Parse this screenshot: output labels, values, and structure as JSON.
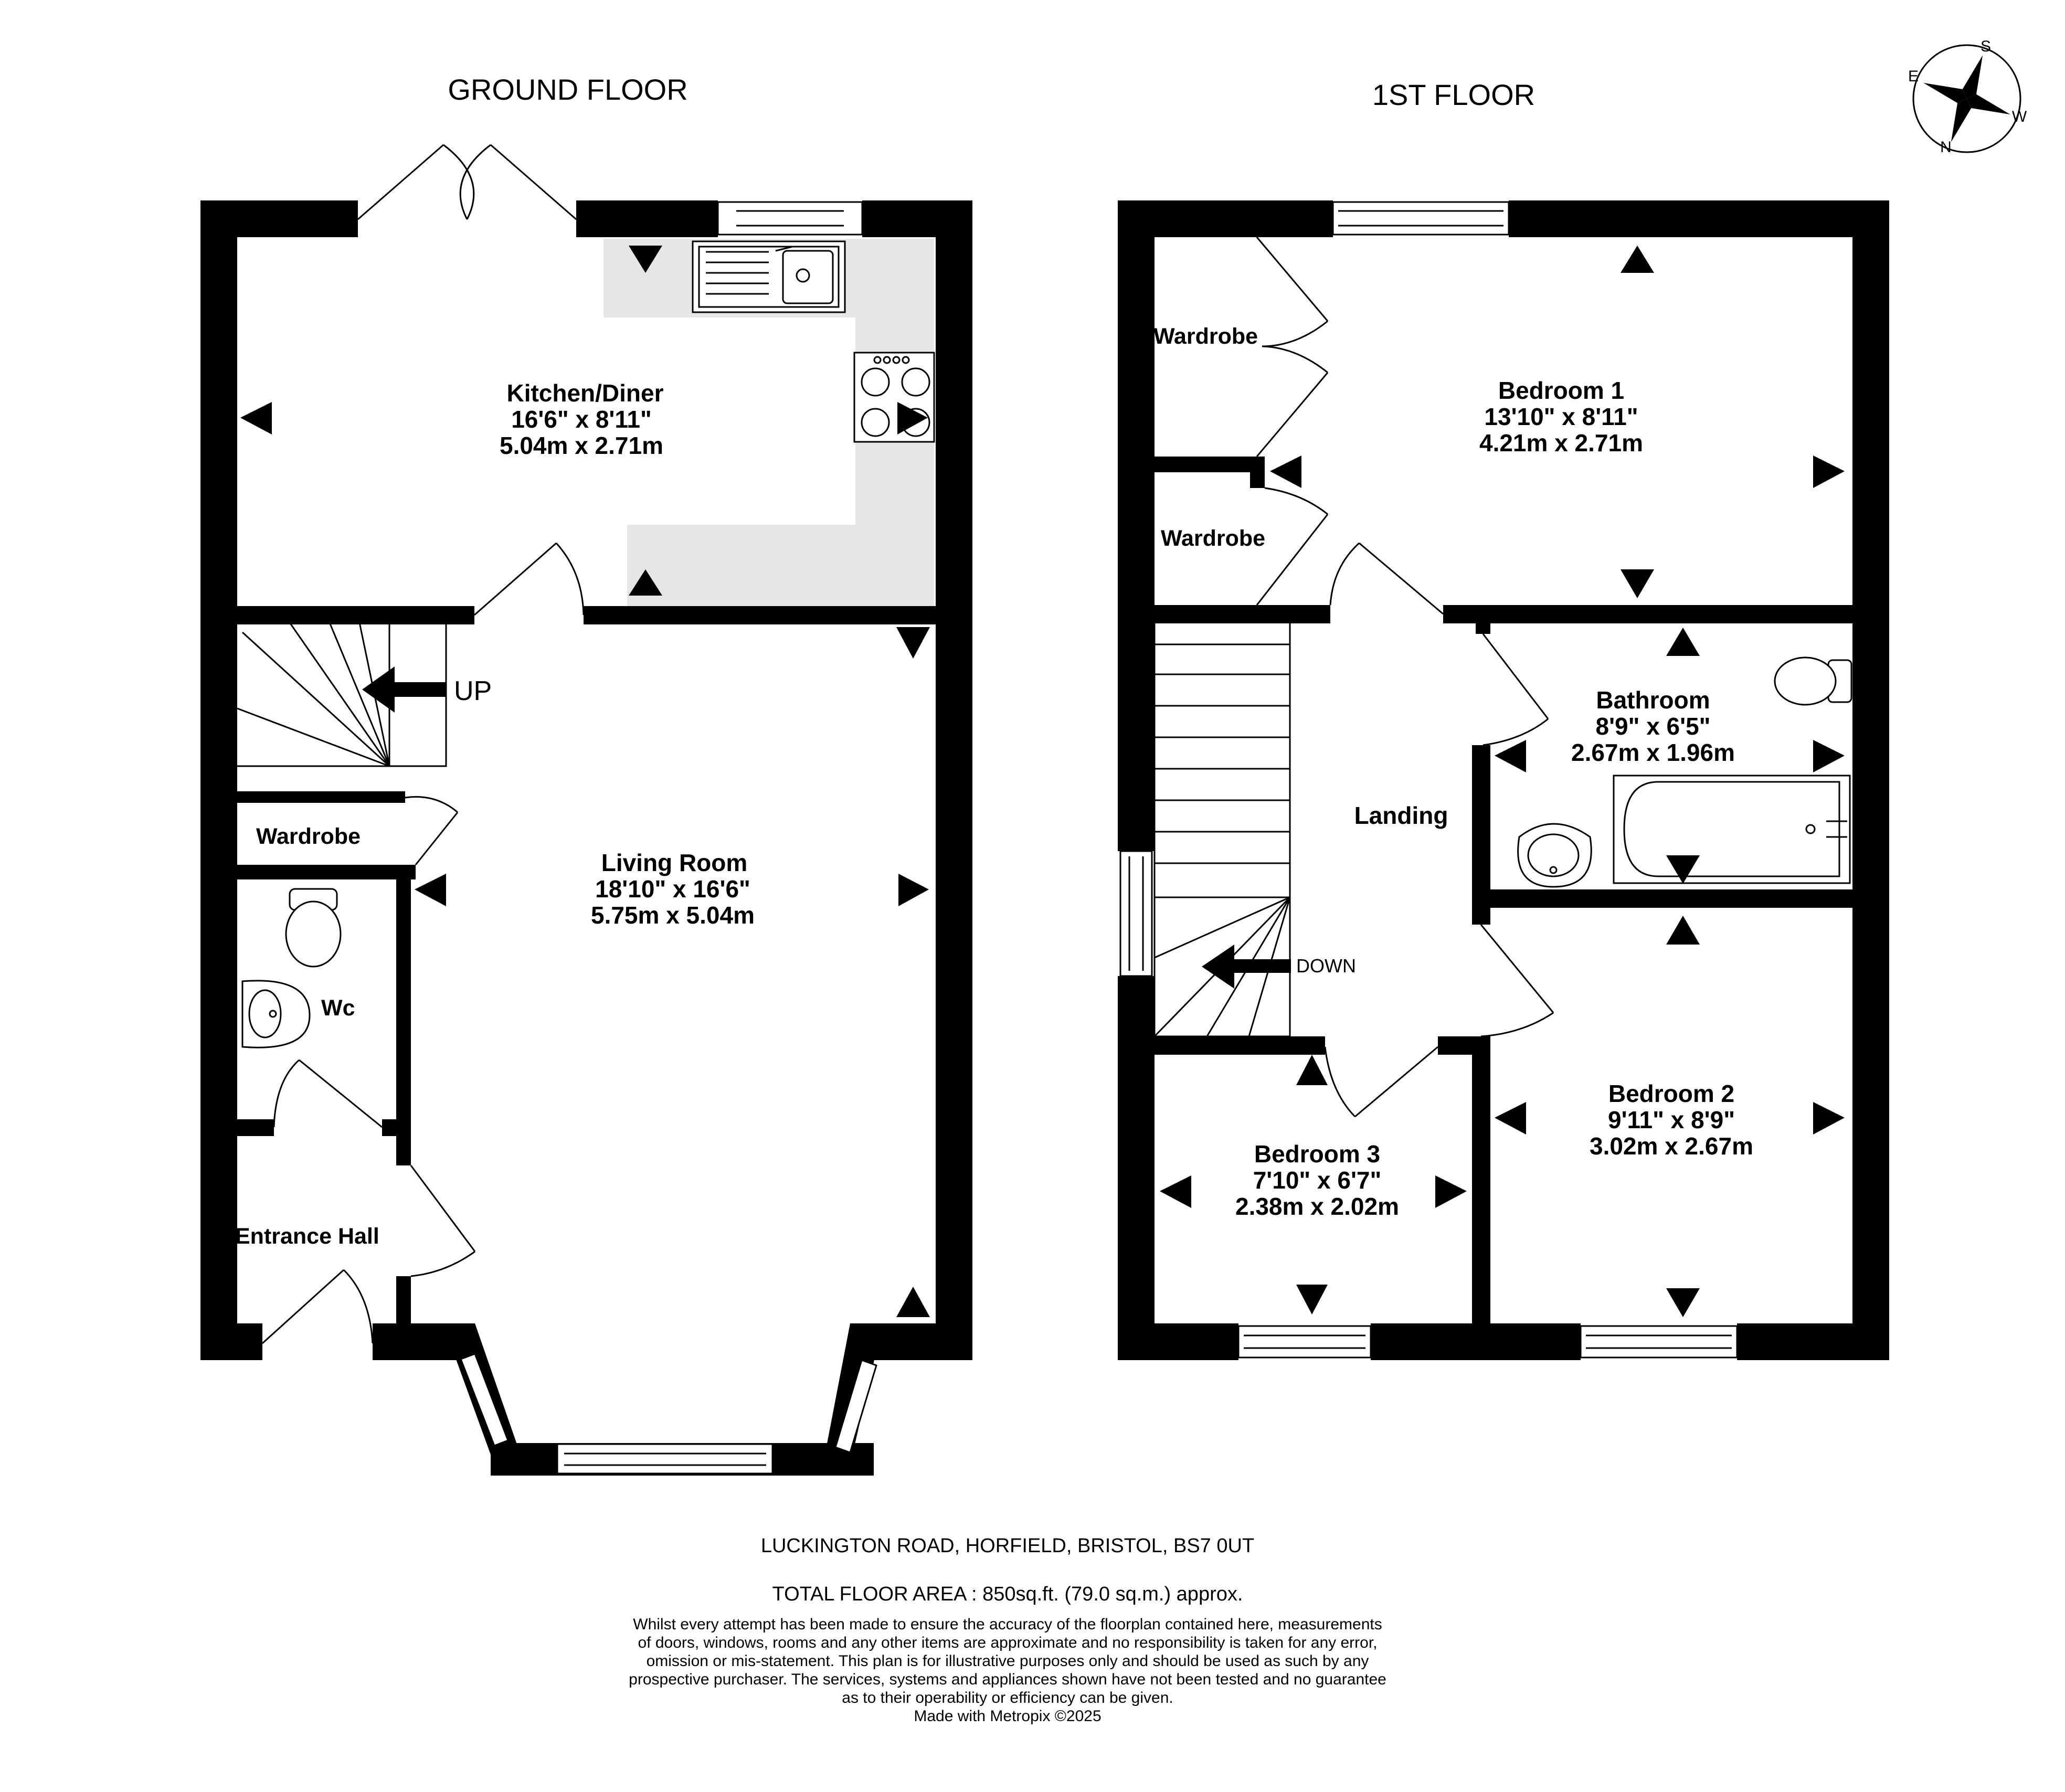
{
  "floors": {
    "ground": {
      "title": "GROUND FLOOR",
      "rooms": {
        "kitchen": {
          "name": "Kitchen/Diner",
          "imperial": "16'6\"  x 8'11\"",
          "metric": "5.04m  x 2.71m"
        },
        "living": {
          "name": "Living Room",
          "imperial": "18'10\"  x 16'6\"",
          "metric": "5.75m  x 5.04m"
        },
        "wardrobe": {
          "name": "Wardrobe"
        },
        "wc": {
          "name": "Wc"
        },
        "entrance": {
          "name": "Entrance Hall"
        }
      },
      "stairs_label": "UP"
    },
    "first": {
      "title": "1ST FLOOR",
      "rooms": {
        "bedroom1": {
          "name": "Bedroom 1",
          "imperial": "13'10\"  x 8'11\"",
          "metric": "4.21m  x 2.71m"
        },
        "bathroom": {
          "name": "Bathroom",
          "imperial": "8'9\"  x 6'5\"",
          "metric": "2.67m  x 1.96m"
        },
        "bedroom2": {
          "name": "Bedroom 2",
          "imperial": "9'11\"  x 8'9\"",
          "metric": "3.02m  x 2.67m"
        },
        "bedroom3": {
          "name": "Bedroom 3",
          "imperial": "7'10\"  x 6'7\"",
          "metric": "2.38m  x 2.02m"
        },
        "landing": {
          "name": "Landing"
        },
        "wardrobe_a": {
          "name": "Wardrobe"
        },
        "wardrobe_b": {
          "name": "Wardrobe"
        }
      },
      "stairs_label": "DOWN"
    }
  },
  "compass": {
    "n": "N",
    "e": "E",
    "s": "S",
    "w": "W"
  },
  "footer": {
    "address": "LUCKINGTON ROAD, HORFIELD, BRISTOL, BS7 0UT",
    "area": "TOTAL FLOOR AREA : 850sq.ft. (79.0 sq.m.) approx.",
    "disclaimer": [
      "Whilst every attempt has been made to ensure the accuracy of the floorplan contained here, measurements",
      "of doors, windows, rooms and any other items are approximate and no responsibility is taken for any error,",
      "omission or mis-statement. This plan is for illustrative purposes only and should be used as such by any",
      "prospective purchaser. The services, systems and appliances shown have not been tested and no guarantee",
      "as to their operability or efficiency can be given."
    ],
    "credit": "Made with Metropix ©2025"
  }
}
